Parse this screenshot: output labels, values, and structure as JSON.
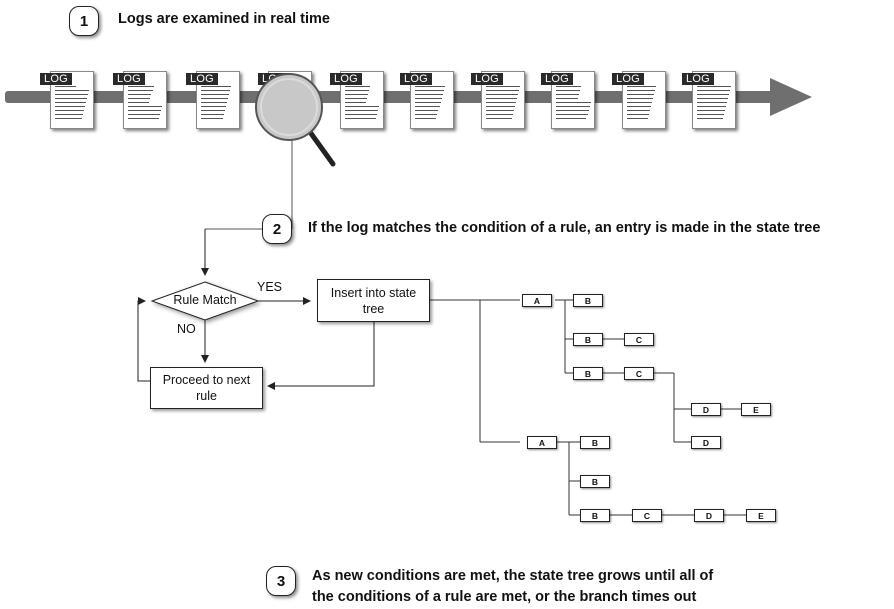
{
  "steps": [
    {
      "number": "1",
      "text": "Logs are examined in real time"
    },
    {
      "number": "2",
      "text": "If the log matches the condition of a rule, an entry is made in the state tree"
    },
    {
      "number": "3",
      "lines": [
        "As new conditions are met, the state tree grows until all of",
        "the conditions of a rule are met, or the branch times out"
      ]
    }
  ],
  "log_tag": "LOG",
  "flow": {
    "decision": "Rule Match",
    "yes": "YES",
    "no": "NO",
    "insert_lines": [
      "Insert into state",
      "tree"
    ],
    "proceed_lines": [
      "Proceed to next",
      "rule"
    ]
  },
  "tree_nodes": {
    "A": "A",
    "B": "B",
    "C": "C",
    "D": "D",
    "E": "E"
  },
  "colors": {
    "ink": "#222222",
    "arrow": "#6f6f6f",
    "log_tag": "#2a2a2a",
    "lens": "#c8c8c8"
  }
}
